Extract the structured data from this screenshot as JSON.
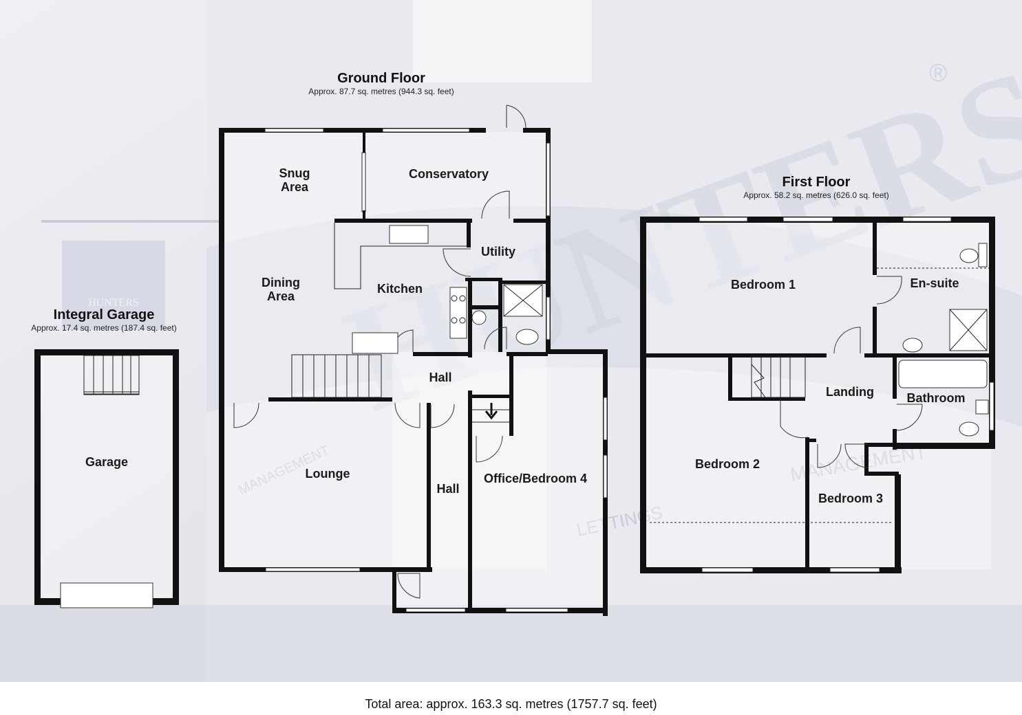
{
  "brand": {
    "watermark": "HUNTERS",
    "registered_mark": "®",
    "sign_text": "HUNTERS",
    "banner_words": [
      "MANAGEMENT",
      "LETTINGS",
      "MANAGEMENT"
    ]
  },
  "floors": {
    "ground": {
      "title": "Ground Floor",
      "area": "Approx. 87.7 sq. metres (944.3 sq. feet)",
      "rooms": {
        "snug_line1": "Snug",
        "snug_line2": "Area",
        "conservatory": "Conservatory",
        "utility": "Utility",
        "dining_line1": "Dining",
        "dining_line2": "Area",
        "kitchen": "Kitchen",
        "hall_upper": "Hall",
        "lounge": "Lounge",
        "hall_lower": "Hall",
        "office": "Office/Bedroom 4"
      }
    },
    "first": {
      "title": "First Floor",
      "area": "Approx. 58.2 sq. metres (626.0 sq. feet)",
      "rooms": {
        "bedroom1": "Bedroom 1",
        "ensuite": "En-suite",
        "landing": "Landing",
        "bathroom": "Bathroom",
        "bedroom2": "Bedroom 2",
        "bedroom3": "Bedroom 3"
      }
    },
    "garage": {
      "title": "Integral Garage",
      "area": "Approx. 17.4 sq. metres (187.4 sq. feet)",
      "rooms": {
        "garage": "Garage"
      }
    }
  },
  "total_area": "Total area: approx. 163.3 sq. metres (1757.7 sq. feet)"
}
